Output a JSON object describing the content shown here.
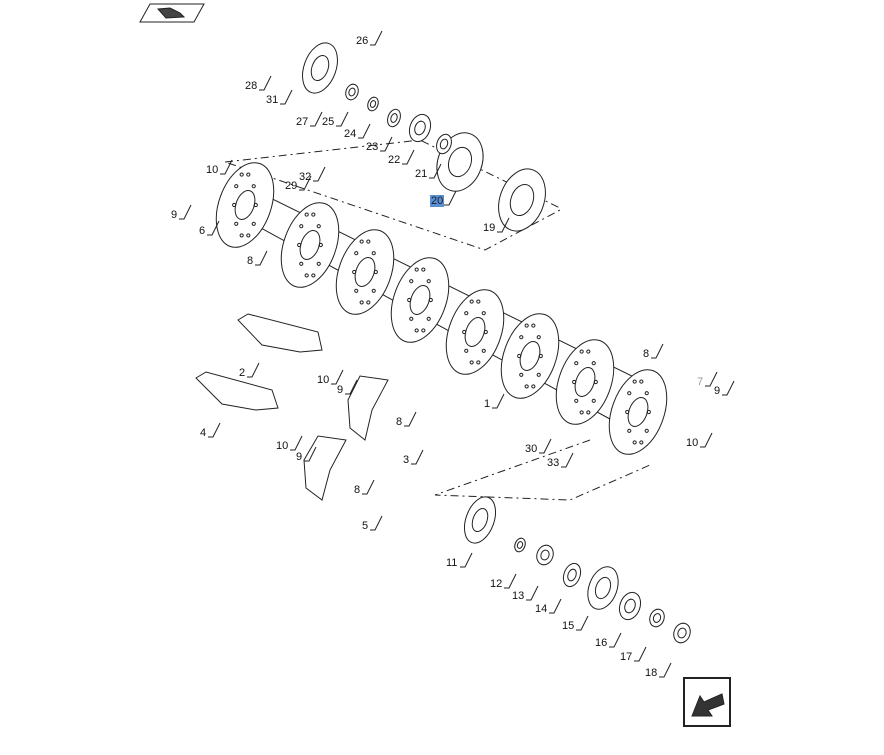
{
  "diagram": {
    "labels": [
      "26",
      "28",
      "31",
      "27",
      "25",
      "24",
      "23",
      "22",
      "21",
      "20",
      "19",
      "10",
      "32",
      "29",
      "9",
      "6",
      "8",
      "2",
      "10",
      "9",
      "8",
      "4",
      "3",
      "10",
      "9",
      "8",
      "5",
      "1",
      "8",
      "7",
      "9",
      "10",
      "30",
      "33",
      "11",
      "12",
      "13",
      "14",
      "15",
      "16",
      "17",
      "18"
    ],
    "highlighted_label": "20",
    "dimmed_label": "7",
    "nav_icons": [
      "previous-view-icon",
      "next-page-icon"
    ],
    "highlight_color": "#5b8fd0"
  }
}
